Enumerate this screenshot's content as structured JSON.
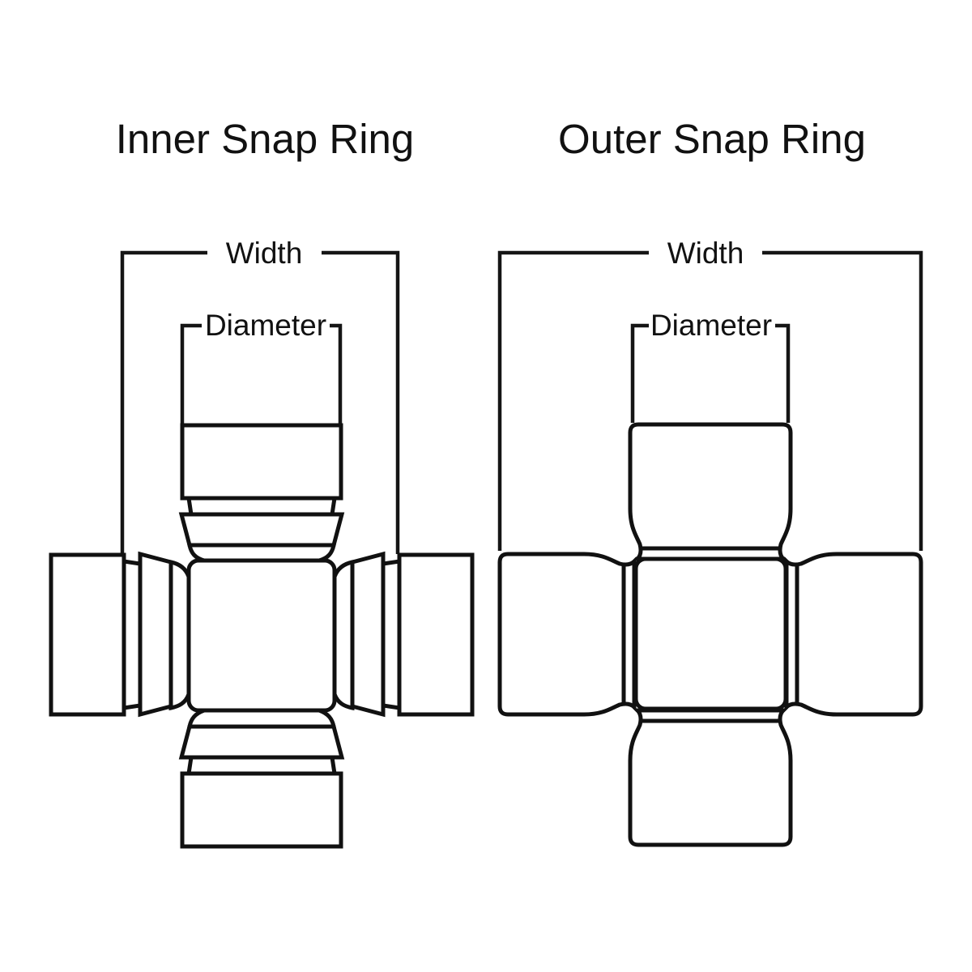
{
  "canvas": {
    "background": "#ffffff",
    "line_color": "#111111"
  },
  "figures": [
    {
      "id": "inner-snap-ring",
      "title": "Inner Snap Ring",
      "width_label": "Width",
      "diameter_label": "Diameter"
    },
    {
      "id": "outer-snap-ring",
      "title": "Outer Snap Ring",
      "width_label": "Width",
      "diameter_label": "Diameter"
    }
  ]
}
